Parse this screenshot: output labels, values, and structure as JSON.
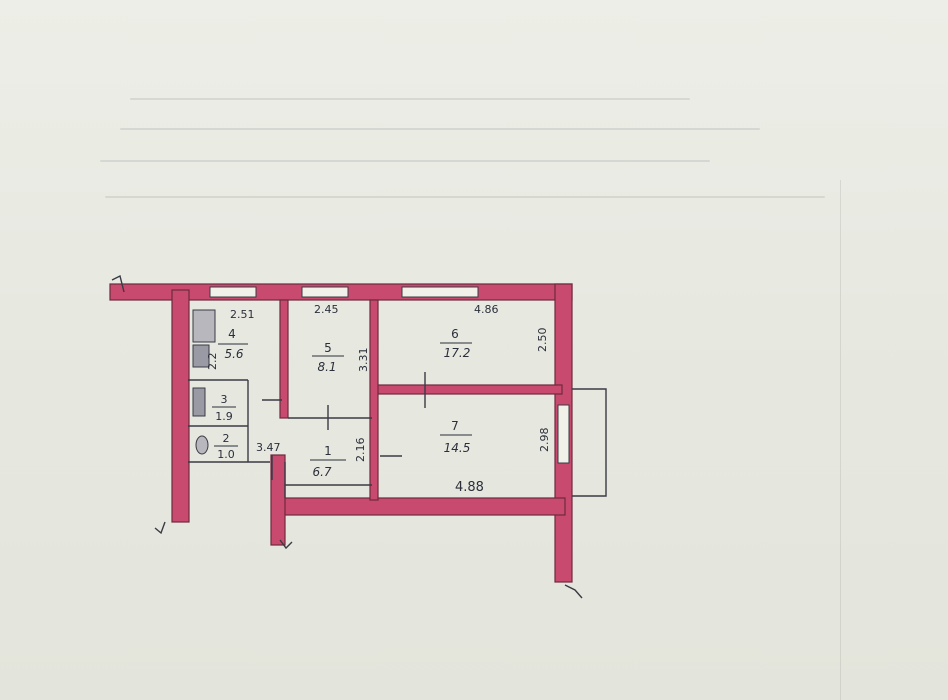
{
  "colors": {
    "wall": "#c84a6e",
    "wall_edge": "#6e2a3e",
    "line": "#3a3a44",
    "paper": "#ebece5"
  },
  "rooms": [
    {
      "id": "1",
      "number": "1",
      "area": "6.7"
    },
    {
      "id": "2",
      "number": "2",
      "area": "1.0"
    },
    {
      "id": "3",
      "number": "3",
      "area": "1.9"
    },
    {
      "id": "4",
      "number": "4",
      "area": "5.6"
    },
    {
      "id": "5",
      "number": "5",
      "area": "8.1"
    },
    {
      "id": "6",
      "number": "6",
      "area": "17.2"
    },
    {
      "id": "7",
      "number": "7",
      "area": "14.5"
    }
  ],
  "dimensions": {
    "room4_width": "2.51",
    "room5_width": "2.45",
    "room6_width": "4.86",
    "room6_depth": "2.50",
    "room5_depth": "3.31",
    "room7_depth": "2.98",
    "room7_width": "4.88",
    "hall_width": "3.47",
    "hall_depth": "2.16",
    "kitchen_depth": "2.2"
  }
}
